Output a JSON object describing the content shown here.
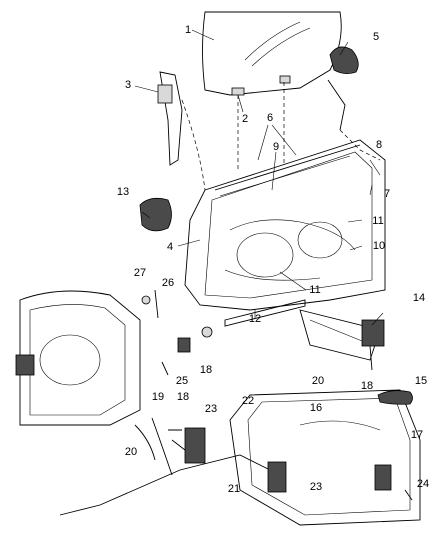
{
  "callouts": [
    {
      "id": "c1",
      "label": "1"
    },
    {
      "id": "c2",
      "label": "2"
    },
    {
      "id": "c3",
      "label": "3"
    },
    {
      "id": "c4",
      "label": "4"
    },
    {
      "id": "c5",
      "label": "5"
    },
    {
      "id": "c6",
      "label": "6"
    },
    {
      "id": "c7",
      "label": "7"
    },
    {
      "id": "c8",
      "label": "8"
    },
    {
      "id": "c9",
      "label": "9"
    },
    {
      "id": "c10",
      "label": "10"
    },
    {
      "id": "c11a",
      "label": "11"
    },
    {
      "id": "c11b",
      "label": "11"
    },
    {
      "id": "c12",
      "label": "12"
    },
    {
      "id": "c13",
      "label": "13"
    },
    {
      "id": "c14",
      "label": "14"
    },
    {
      "id": "c15",
      "label": "15"
    },
    {
      "id": "c16",
      "label": "16"
    },
    {
      "id": "c17",
      "label": "17"
    },
    {
      "id": "c18a",
      "label": "18"
    },
    {
      "id": "c18b",
      "label": "18"
    },
    {
      "id": "c18c",
      "label": "18"
    },
    {
      "id": "c19",
      "label": "19"
    },
    {
      "id": "c20a",
      "label": "20"
    },
    {
      "id": "c20b",
      "label": "20"
    },
    {
      "id": "c21",
      "label": "21"
    },
    {
      "id": "c22",
      "label": "22"
    },
    {
      "id": "c23a",
      "label": "23"
    },
    {
      "id": "c23b",
      "label": "23"
    },
    {
      "id": "c24",
      "label": "24"
    },
    {
      "id": "c25",
      "label": "25"
    },
    {
      "id": "c26",
      "label": "26"
    },
    {
      "id": "c27",
      "label": "27"
    }
  ]
}
